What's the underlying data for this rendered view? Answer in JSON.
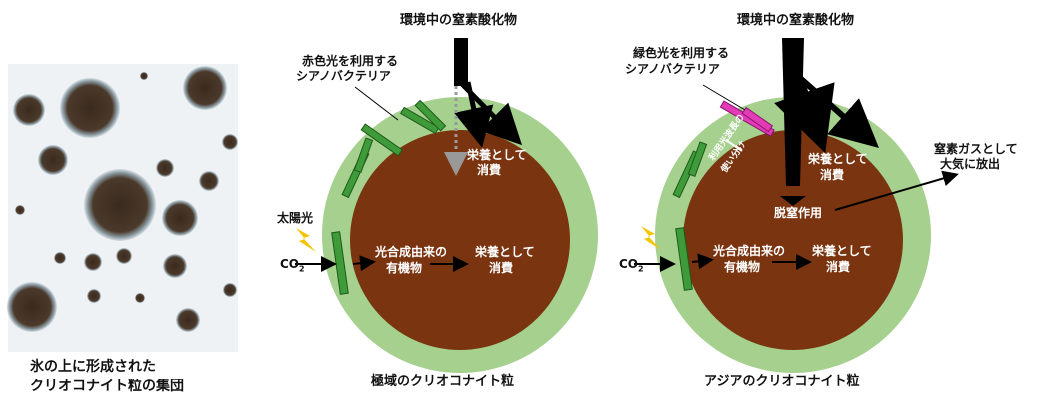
{
  "photo": {
    "caption_line1": "氷の上に形成された",
    "caption_line2": "クリオコナイト粒の集団"
  },
  "polar": {
    "top_label": "環境中の窒素酸化物",
    "cyano_label_line1": "赤色光を利用する",
    "cyano_label_line2": "シアノバクテリア",
    "sunlight": "太陽光",
    "co2": "CO",
    "co2_sub": "2",
    "organic_line1": "光合成由来の",
    "organic_line2": "有機物",
    "consume1_line1": "栄養として",
    "consume1_line2": "消費",
    "consume2_line1": "栄養として",
    "consume2_line2": "消費",
    "caption": "極域のクリオコナイト粒"
  },
  "asia": {
    "top_label": "環境中の窒素酸化物",
    "cyano_label_line1": "緑色光を利用する",
    "cyano_label_line2": "シアノバクテリア",
    "light_split_line1": "利用光波長の",
    "light_split_line2": "使い分け",
    "co2": "CO",
    "co2_sub": "2",
    "organic_line1": "光合成由来の",
    "organic_line2": "有機物",
    "consume1_line1": "栄養として",
    "consume1_line2": "消費",
    "consume2_line1": "栄養として",
    "consume2_line2": "消費",
    "denitrification": "脱窒作用",
    "gas_line1": "窒素ガスとして",
    "gas_line2": "大気に放出",
    "caption": "アジアのクリオコナイト粒"
  },
  "colors": {
    "outer_ring": "#a6d08e",
    "core": "#7a3410",
    "cyano_red_light": "#3f9b3a",
    "cyano_green_light": "#e23bb5",
    "arrow": "#000000",
    "sun": "#f5c400"
  }
}
